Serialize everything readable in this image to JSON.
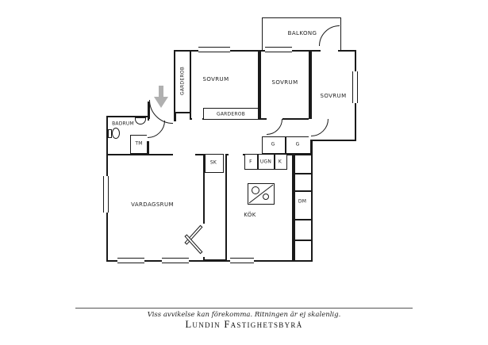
{
  "floorplan": {
    "rooms": {
      "balkong": "BALKONG",
      "garderob_tall": "GARDEROB",
      "sovrum_1": "SOVRUM",
      "garderob_wide": "GARDEROB",
      "sovrum_2": "SOVRUM",
      "sovrum_3": "SOVRUM",
      "badrum": "BADRUM",
      "tm": "TM",
      "vardagsrum": "VARDAGSRUM",
      "sk": "SK",
      "kok": "KÖK",
      "f": "F",
      "ugn": "UGN",
      "k": "K",
      "g_left": "G",
      "g_right": "G",
      "dm": "DM"
    },
    "colors": {
      "wall": "#1a1a1a",
      "background": "#ffffff",
      "arrow": "#b0b0b0"
    }
  },
  "footer": {
    "disclaimer": "Viss avvikelse kan förekomma. Ritningen är ej skalenlig.",
    "brand": "Lundin Fastighetsbyrå"
  }
}
